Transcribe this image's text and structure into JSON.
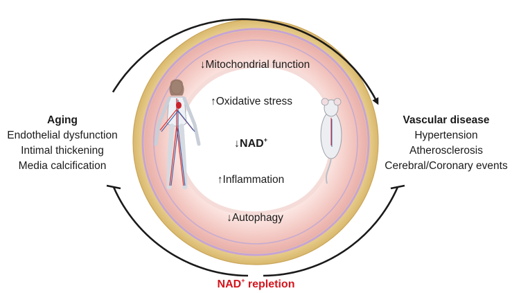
{
  "aging": {
    "title": "Aging",
    "items": [
      "Endothelial dysfunction",
      "Intimal thickening",
      "Media calcification"
    ]
  },
  "vascular": {
    "title": "Vascular disease",
    "items": [
      "Hypertension",
      "Atherosclerosis",
      "Cerebral/Coronary events"
    ]
  },
  "vessel": {
    "mito": "↓Mitochondrial function",
    "ox": "↑Oxidative stress",
    "nad_prefix": "↓NAD",
    "nad_sup": "+",
    "inflam": "↑Inflammation",
    "autophagy": "↓Autophagy"
  },
  "repletion": {
    "prefix": "NAD",
    "sup": "+",
    "suffix": " repletion"
  },
  "colors": {
    "adventitia": "#e8cf8a",
    "media": "#f4c9c4",
    "intima_line": "#b9a7d6",
    "lumen": "#ffffff",
    "repletion_text": "#d4141c",
    "arrow": "#1a1a1a"
  }
}
